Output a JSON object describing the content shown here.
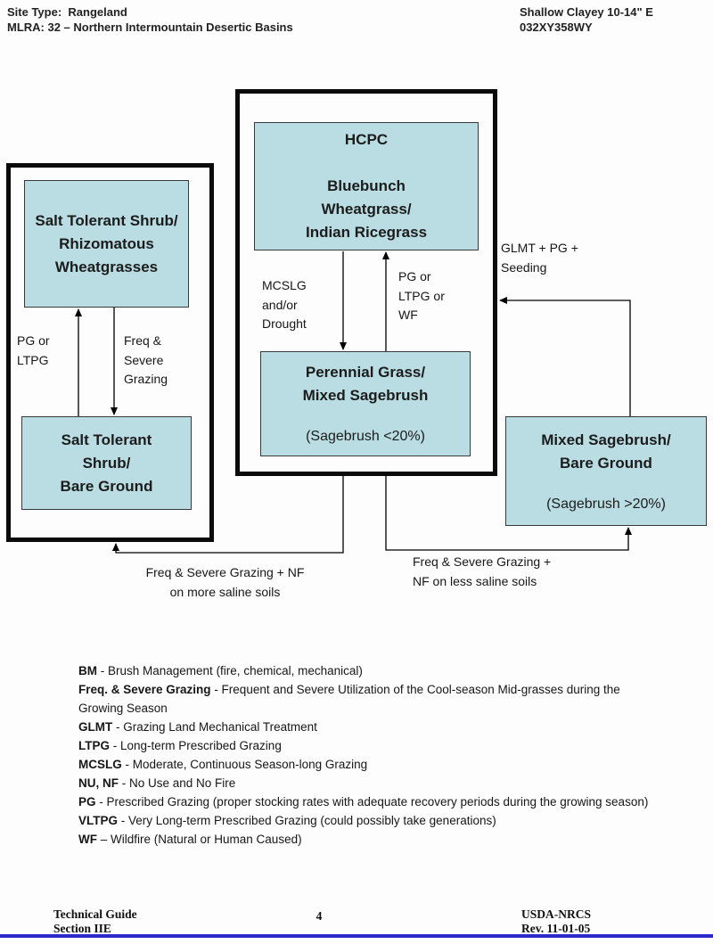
{
  "colors": {
    "box-fill": "#b9dde2",
    "line": "#000000",
    "footer-rule": "#2b2bd0"
  },
  "header": {
    "site_type": "Site Type:  Rangeland",
    "mlra": "MLRA: 32 – Northern Intermountain Desertic Basins",
    "site_name": "Shallow Clayey 10-14\" E",
    "site_id": "032XY358WY"
  },
  "diagram": {
    "boxes": {
      "hcpc": {
        "text": "HCPC\n\nBluebunch\nWheatgrass/\nIndian Ricegrass"
      },
      "perennial": {
        "text": "Perennial Grass/\nMixed Sagebrush",
        "sub": "(Sagebrush <20%)"
      },
      "salt_shrub_wheatgrass": {
        "text": "Salt Tolerant Shrub/\nRhizomatous\nWheatgrasses"
      },
      "salt_shrub_bare": {
        "text": "Salt Tolerant\nShrub/\nBare Ground"
      },
      "mixed_sage_bare": {
        "text": "Mixed Sagebrush/\nBare Ground",
        "sub": "(Sagebrush >20%)"
      }
    },
    "labels": {
      "pg_ltpg": "PG or\nLTPG",
      "freq_severe": "Freq &\nSevere\nGrazing",
      "mcslg_drought": "MCSLG\nand/or\nDrought",
      "pg_ltpg_wf": "PG or\nLTPG or\nWF",
      "glmt_seeding": "GLMT + PG +\nSeeding",
      "more_saline": "Freq & Severe Grazing + NF\non more saline soils",
      "less_saline": "Freq & Severe Grazing +\nNF on less saline soils"
    }
  },
  "legend": {
    "items": [
      {
        "term": "BM",
        "desc": " - Brush Management (fire, chemical, mechanical)"
      },
      {
        "term": "Freq. & Severe Grazing",
        "desc": " - Frequent and Severe Utilization of the Cool-season Mid-grasses during the Growing Season"
      },
      {
        "term": "GLMT",
        "desc": " - Grazing Land Mechanical Treatment"
      },
      {
        "term": "LTPG",
        "desc": " - Long-term Prescribed Grazing"
      },
      {
        "term": "MCSLG",
        "desc": " - Moderate, Continuous Season-long Grazing"
      },
      {
        "term": "NU, NF",
        "desc": " - No Use and No Fire"
      },
      {
        "term": "PG",
        "desc": " - Prescribed Grazing (proper stocking rates with adequate recovery periods during the growing season)"
      },
      {
        "term": "VLTPG",
        "desc": " - Very Long-term Prescribed Grazing (could possibly take generations)"
      },
      {
        "term": "WF",
        "desc": " – Wildfire (Natural or Human Caused)"
      }
    ]
  },
  "footer": {
    "left": "Technical Guide\nSection IIE",
    "page": "4",
    "right": "USDA-NRCS\nRev. 11-01-05"
  }
}
